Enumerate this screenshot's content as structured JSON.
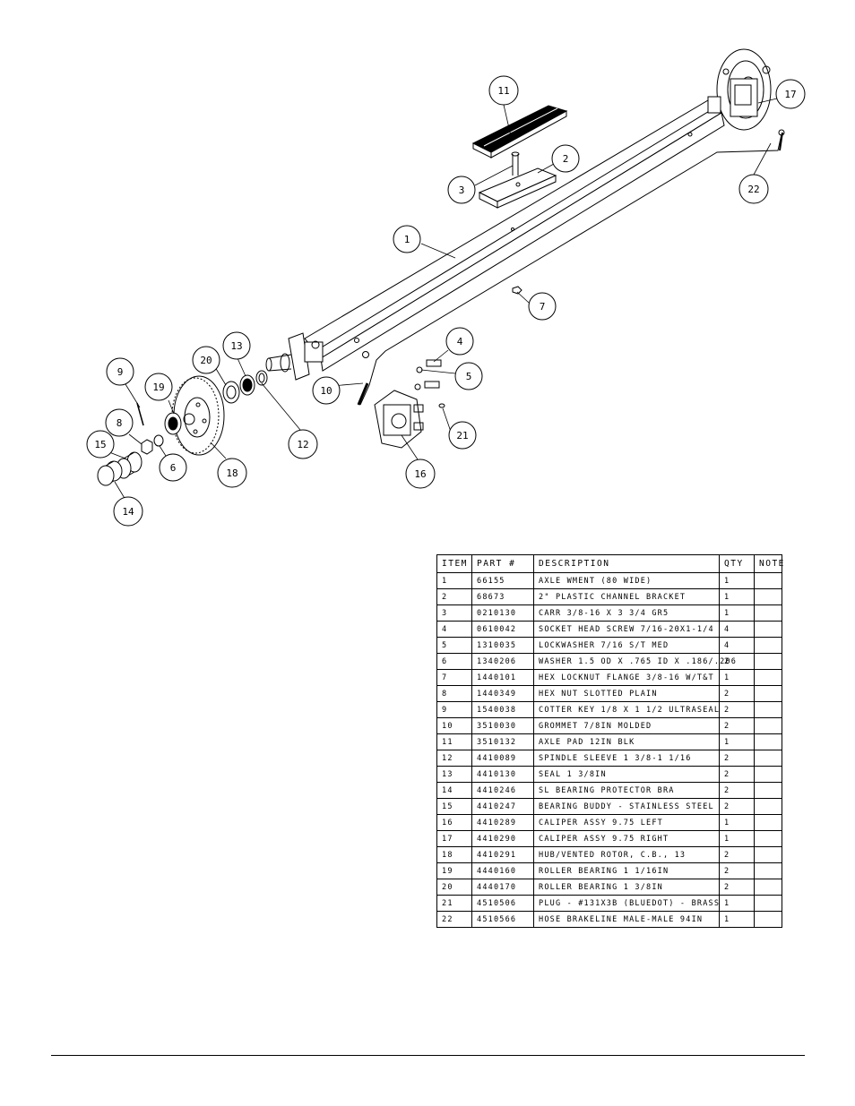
{
  "balloons": [
    {
      "id": "b1",
      "label": "1"
    },
    {
      "id": "b2",
      "label": "2"
    },
    {
      "id": "b3",
      "label": "3"
    },
    {
      "id": "b4",
      "label": "4"
    },
    {
      "id": "b5",
      "label": "5"
    },
    {
      "id": "b6",
      "label": "6"
    },
    {
      "id": "b7",
      "label": "7"
    },
    {
      "id": "b8",
      "label": "8"
    },
    {
      "id": "b9",
      "label": "9"
    },
    {
      "id": "b10",
      "label": "10"
    },
    {
      "id": "b11",
      "label": "11"
    },
    {
      "id": "b12",
      "label": "12"
    },
    {
      "id": "b13",
      "label": "13"
    },
    {
      "id": "b14",
      "label": "14"
    },
    {
      "id": "b15",
      "label": "15"
    },
    {
      "id": "b16",
      "label": "16"
    },
    {
      "id": "b17",
      "label": "17"
    },
    {
      "id": "b18",
      "label": "18"
    },
    {
      "id": "b19",
      "label": "19"
    },
    {
      "id": "b20",
      "label": "20"
    },
    {
      "id": "b21",
      "label": "21"
    },
    {
      "id": "b22",
      "label": "22"
    }
  ],
  "table": {
    "headers": [
      "ITEM",
      "PART #",
      "DESCRIPTION",
      "QTY",
      "NOTE"
    ],
    "rows": [
      [
        "1",
        "66155",
        "AXLE WMENT (80 WIDE)",
        "1",
        ""
      ],
      [
        "2",
        "68673",
        "2\" PLASTIC CHANNEL BRACKET",
        "1",
        ""
      ],
      [
        "3",
        "0210130",
        "CARR 3/8-16 X 3 3/4 GR5",
        "1",
        ""
      ],
      [
        "4",
        "0610042",
        "SOCKET HEAD SCREW 7/16-20X1-1/4",
        "4",
        ""
      ],
      [
        "5",
        "1310035",
        "LOCKWASHER 7/16 S/T MED",
        "4",
        ""
      ],
      [
        "6",
        "1340206",
        "WASHER 1.5 OD X .765 ID X .186/.206",
        "2",
        ""
      ],
      [
        "7",
        "1440101",
        "HEX LOCKNUT FLANGE 3/8-16 W/T&T",
        "1",
        ""
      ],
      [
        "8",
        "1440349",
        "HEX NUT SLOTTED PLAIN",
        "2",
        ""
      ],
      [
        "9",
        "1540038",
        "COTTER KEY 1/8 X 1 1/2 ULTRASEAL",
        "2",
        ""
      ],
      [
        "10",
        "3510030",
        "GROMMET  7/8IN MOLDED",
        "2",
        ""
      ],
      [
        "11",
        "3510132",
        "AXLE PAD 12IN  BLK",
        "1",
        ""
      ],
      [
        "12",
        "4410089",
        "SPINDLE SLEEVE  1 3/8-1 1/16",
        "2",
        ""
      ],
      [
        "13",
        "4410130",
        "SEAL  1 3/8IN",
        "2",
        ""
      ],
      [
        "14",
        "4410246",
        "SL BEARING PROTECTOR BRA",
        "2",
        ""
      ],
      [
        "15",
        "4410247",
        "BEARING BUDDY - STAINLESS STEEL",
        "2",
        ""
      ],
      [
        "16",
        "4410289",
        "CALIPER ASSY 9.75 LEFT",
        "1",
        ""
      ],
      [
        "17",
        "4410290",
        "CALIPER ASSY 9.75 RIGHT",
        "1",
        ""
      ],
      [
        "18",
        "4410291",
        "HUB/VENTED ROTOR, C.B.,  13",
        "2",
        ""
      ],
      [
        "19",
        "4440160",
        "ROLLER BEARING   1 1/16IN",
        "2",
        ""
      ],
      [
        "20",
        "4440170",
        "ROLLER BEARING   1 3/8IN",
        "2",
        ""
      ],
      [
        "21",
        "4510506",
        "PLUG - #131X3B (BLUEDOT) - BRASS",
        "1",
        ""
      ],
      [
        "22",
        "4510566",
        "HOSE BRAKELINE MALE-MALE 94IN",
        "1",
        ""
      ]
    ]
  }
}
